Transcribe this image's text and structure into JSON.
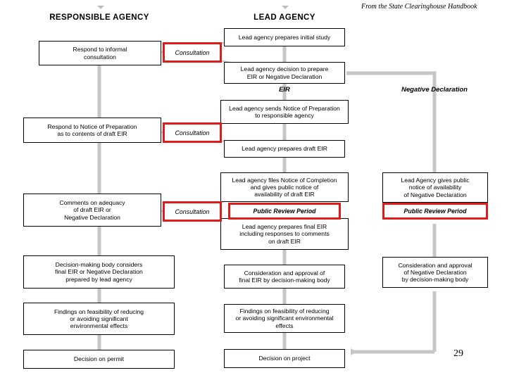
{
  "page": {
    "credit": "From the State Clearinghouse Handbook",
    "page_number": "29",
    "accent_red": "#e01b1b",
    "connector_gray": "#c6c6c6",
    "box_border": "#000000"
  },
  "columns": {
    "responsible_agency": "RESPONSIBLE AGENCY",
    "lead_agency": "LEAD AGENCY"
  },
  "branches": {
    "eir": "EIR",
    "negative_declaration": "Negative Declaration"
  },
  "responsible_boxes": [
    {
      "id": "respond-informal",
      "text": "Respond to informal\nconsultation"
    },
    {
      "id": "respond-nop",
      "text": "Respond to Notice of Preparation\nas to contents of draft EIR"
    },
    {
      "id": "comments-adequacy",
      "text": "Comments on adequacy\nof draft EIR or\nNegative Declaration"
    },
    {
      "id": "decision-body-considers",
      "text": "Decision-making body considers\nfinal EIR or Negative Declaration\nprepared by lead agency"
    },
    {
      "id": "findings-feasibility-left",
      "text": "Findings on feasibility of reducing\nor avoiding significant\nenvironmental effects"
    },
    {
      "id": "decision-permit",
      "text": "Decision on permit"
    }
  ],
  "lead_boxes": [
    {
      "id": "initial-study",
      "text": "Lead agency prepares initial study"
    },
    {
      "id": "decision-prepare",
      "text": "Lead agency decision to prepare\nEIR or Negative Declaration"
    },
    {
      "id": "sends-nop",
      "text": "Lead agency sends Notice of Preparation\nto responsible agency"
    },
    {
      "id": "prepares-draft-eir",
      "text": "Lead agency prepares draft EIR"
    },
    {
      "id": "notice-completion",
      "text": "Lead agency files Notice of Completion\nand gives public notice of\navailability of draft EIR"
    },
    {
      "id": "prepares-final-eir",
      "text": "Lead agency prepares final EIR\nincluding responses to comments\non draft EIR"
    },
    {
      "id": "consideration-final-eir",
      "text": "Consideration and approval of\nfinal EIR by decision-making body"
    },
    {
      "id": "findings-feasibility-center",
      "text": "Findings on feasibility of reducing\nor avoiding significant environmental\neffects"
    },
    {
      "id": "decision-project",
      "text": "Decision on project"
    }
  ],
  "negdec_boxes": [
    {
      "id": "public-notice-negdec",
      "text": "Lead Agency gives public\nnotice of availability\nof Negative Declaration"
    },
    {
      "id": "consideration-negdec",
      "text": "Consideration and approval\nof Negative Declaration\nby decision-making body"
    }
  ],
  "highlights": [
    {
      "id": "consultation-1",
      "text": "Consultation"
    },
    {
      "id": "consultation-2",
      "text": "Consultation"
    },
    {
      "id": "consultation-3",
      "text": "Consultation"
    },
    {
      "id": "public-review-eir",
      "text": "Public Review Period"
    },
    {
      "id": "public-review-negdec",
      "text": "Public Review Period"
    }
  ]
}
